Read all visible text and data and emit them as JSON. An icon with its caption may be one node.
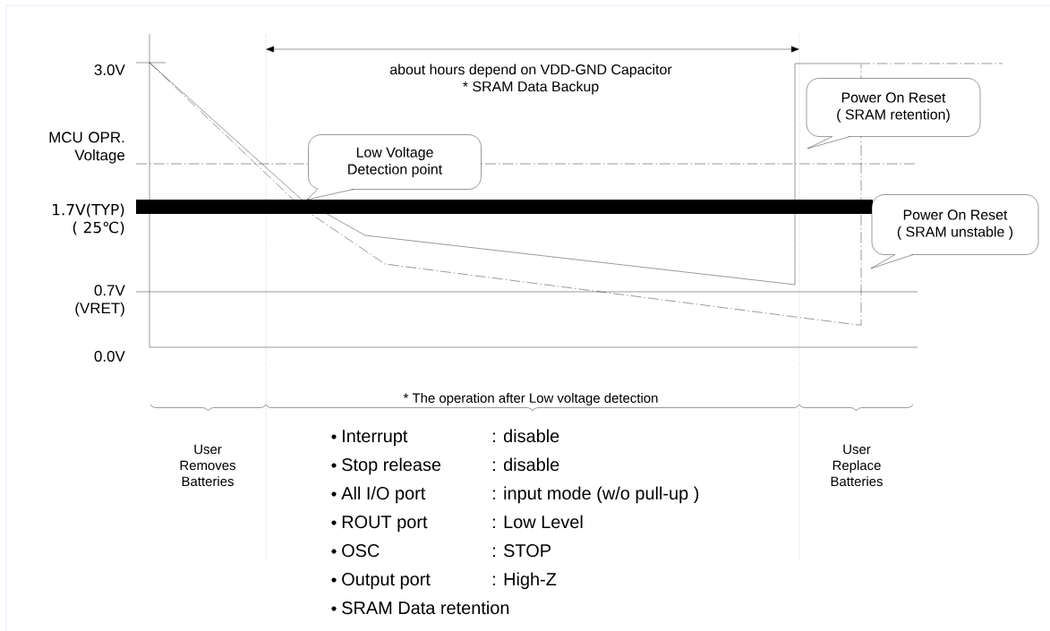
{
  "diagram": {
    "nodes": [
      {
        "text": [
          "Low Voltage Detection point"
        ]
      },
      {
        "text": [
          "Power On Reset ( SRAM retention)"
        ]
      },
      {
        "text": [
          "Power On Reset ( SRAM unstable )"
        ]
      }
    ],
    "labels": [
      "3.0V",
      "about hours depend on VDD-GND Capacitor",
      "* SRAM Data Backup",
      "MCU OPR. Voltage",
      "1.7V(TYP) ( 25℃)",
      "0.7V (VRET)",
      "0.0V",
      "* The operation after Low voltage detection",
      "User Removes Batteries",
      "Interrupt",
      ": disable",
      "Stop release",
      ": disable",
      "All I/O port",
      ": input mode (w/o pull-up )",
      "ROUT port",
      ": Low Level",
      "OSC",
      ": STOP",
      "Output port",
      ": High-Z",
      "SRAM Data retention",
      "User Replace Batteries"
    ]
  }
}
